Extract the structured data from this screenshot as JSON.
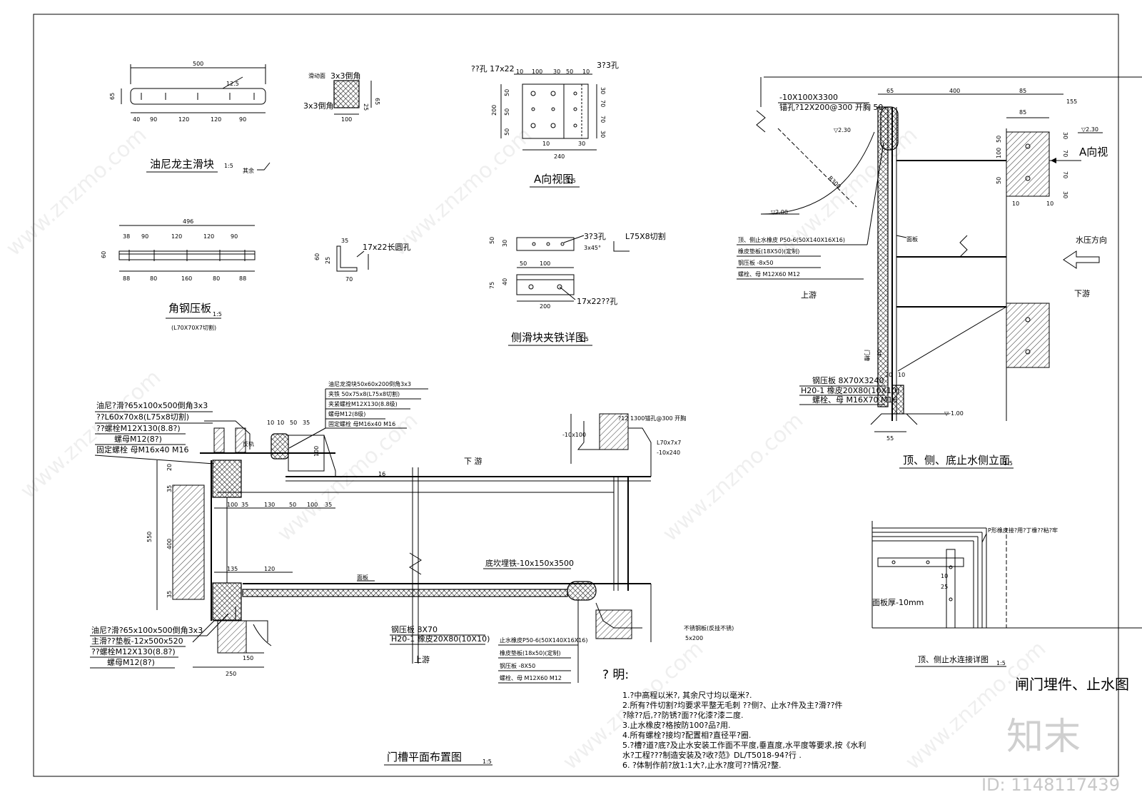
{
  "drawing_title": "闸门埋件、止水图",
  "watermark": {
    "brand": "知末",
    "id": "ID: 1148117439",
    "site": "www.znzmo.com"
  },
  "views": {
    "main_slider": {
      "title": "油尼龙主滑块",
      "scale": "1:5",
      "note": "其余",
      "dims": {
        "overall": "500",
        "height": "65",
        "bevel": "12.5",
        "segs": [
          "40",
          "90",
          "120",
          "120",
          "90"
        ]
      }
    },
    "slider_section": {
      "labels": [
        "滑动面",
        "3x3倒角",
        "3x3倒角"
      ],
      "dims": {
        "w": "100",
        "h": "65",
        "t": "25"
      }
    },
    "a_view": {
      "title": "A向视图",
      "scale": "1:5",
      "hole_label": "??孔 17x22",
      "hole_label2": "3?3孔",
      "dims": {
        "top": [
          "10",
          "100",
          "30",
          "50",
          "10"
        ],
        "left": [
          "50",
          "50",
          "50"
        ],
        "height": "200",
        "right": [
          "30",
          "70",
          "70",
          "30"
        ],
        "bottom": "240",
        "b2": [
          "10",
          "30"
        ]
      }
    },
    "angle_plate": {
      "title": "角钢压板",
      "scale": "1:5",
      "spec": "(L70X70X7切割)",
      "dims": {
        "overall": "496",
        "top": [
          "38",
          "90",
          "120",
          "120",
          "90"
        ],
        "bottom": [
          "88",
          "80",
          "160",
          "80",
          "88"
        ],
        "h": "60"
      }
    },
    "angle_section": {
      "label": "17x22长圆孔",
      "dims": {
        "a": "35",
        "b": "60",
        "c": "25",
        "w": "70"
      }
    },
    "side_clamp": {
      "title": "侧滑块夹铁详图",
      "scale": "1:5",
      "labels": [
        "3?3孔",
        "L75X8切割",
        "3x45°",
        "17x22??孔"
      ],
      "dims": {
        "a": "50",
        "b": "30",
        "c": "100",
        "d": "50",
        "e": "75",
        "f": "40",
        "w": "200"
      }
    },
    "top_elevation": {
      "title": "顶、侧、底止水侧立面",
      "scale": "1:5",
      "labels": [
        "-10X100X3300",
        "锚孔?12X200@300 开胸 50",
        "顶、侧止水橡皮 P50-6(50X140X16X16)",
        "橡皮垫板(18X50)(定制)",
        "钢压板 -8x50",
        "螺栓、母 M12X60 M12",
        "上游",
        "下游",
        "A向视",
        "水压方向",
        "面板",
        "门槽",
        "钢压板 8X70X3240",
        "H20-1 橡皮20X80(10X10)",
        "螺栓、母 M16X70 M16",
        "R300",
        "▽2.30",
        "▽2.00",
        "▽-1.00",
        "▽2.30"
      ],
      "dims": {
        "a": "65",
        "b": "400",
        "c": "85",
        "d": "155",
        "e": "85",
        "f": "50",
        "g": "100",
        "h": "50",
        "i": "30",
        "j": "70",
        "k": "70",
        "l": "30",
        "m": "10",
        "n": "10",
        "o": "40",
        "p": "20",
        "q": "10",
        "r": "55"
      }
    },
    "connect_detail": {
      "title": "顶、侧止水连接详图",
      "scale": "1:5",
      "labels": [
        "P形橡皮接?用?丁橡??粘?牢",
        "面板厚-10mm"
      ],
      "dims": {
        "a": "10",
        "b": "25"
      }
    },
    "plan": {
      "title": "门槽平面布置图",
      "scale": "1:5",
      "left_top_labels": [
        "油尼?滑?65x100x500倒角3x3",
        "??L60x70x8(L75x8切割)",
        "??螺栓M12X130(8.8?)",
        "螺母M12(8?)",
        "固定螺栓 母M16x40 M16"
      ],
      "mid_top_labels": [
        "油尼龙滑块50x60x200倒角3x3",
        "夹铁 50x75x8(L75x8切割)",
        "夹紧螺栓M12X130(8.8级)",
        "螺母M12(8级)",
        "固定螺栓 母M16x40 M16"
      ],
      "left_bot_labels": [
        "油尼?滑?65x100x500倒角3x3",
        "主滑??垫板-12x500x520",
        "??螺栓M12X130(8.8?)",
        "螺母M12(8?)"
      ],
      "mid_bot_labels": [
        "钢压板 8X70",
        "H20-1 橡皮20X80(10X10)"
      ],
      "seal_labels": [
        "止水橡皮P50-6(50X140X16X16)",
        "橡皮垫板(18x50)(定制)",
        "钢压板 -8X50",
        "螺栓、母 M12X60 M12"
      ],
      "right_labels": [
        "-10x100",
        "?12 1300锚孔@300 开胸",
        "L70x7x7",
        "-10x240",
        "不锈钢板(反挂不锈)",
        "5x200"
      ],
      "misc": [
        "下  游",
        "上游",
        "反轨",
        "面板",
        "底坎埋铁-10x150x3500"
      ],
      "dims": {
        "h1": "20",
        "h2": "35",
        "h3": "550",
        "h4": "400",
        "h5": "35",
        "t1": [
          "10",
          "10",
          "50",
          "35"
        ],
        "t2": "100",
        "t3": "16",
        "row": [
          "100",
          "35",
          "130",
          "50",
          "100",
          "35"
        ],
        "r2": [
          "135",
          "120"
        ],
        "w1": "250",
        "w2": "150"
      }
    }
  },
  "notes": {
    "heading": "?  明:",
    "items": [
      "1.?中高程以米?, 其余尺寸均以毫米?.",
      "2.所有?件切割?均要求平整无毛刺 ??侧?、止水?件及主?滑??件",
      "  ?除??后,??防锈?面??化漆?漆二度.",
      "3.止水橡皮?格按防100?品?用.",
      "4.所有螺栓?接均?配置相?直径平?圈.",
      "5.?槽?道?底?及止水安装工作面不平度,垂直度,水平度等要求,按《水利",
      "  水?工程???制造安装及?收?范》DL/T5018-94?行 .",
      "6. ?体制作前?放1:1大?,止水?度可??情况?整."
    ]
  }
}
